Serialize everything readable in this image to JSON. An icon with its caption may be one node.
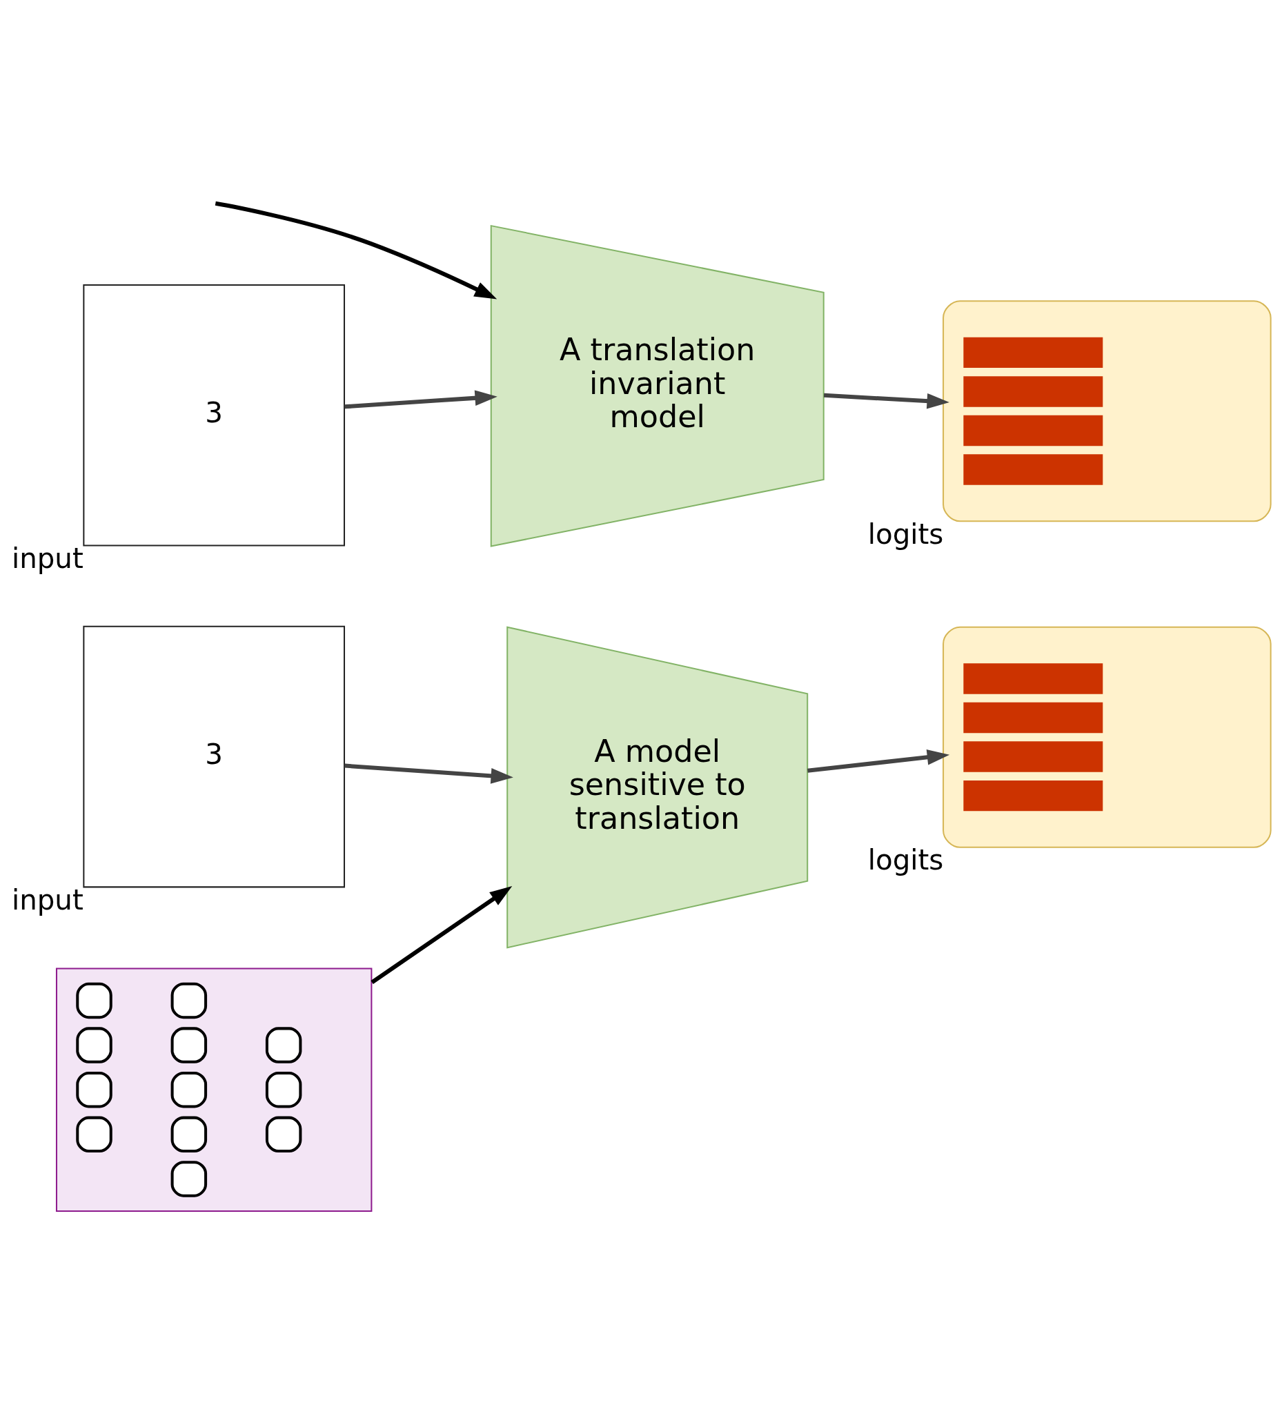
{
  "diagram": {
    "nodes": [
      {
        "text": [
          "3"
        ],
        "beside": [
          "input"
        ]
      },
      {
        "text": [
          "A translation invariant model"
        ]
      },
      {
        "text": [],
        "shape": "box",
        "beside": [
          "logits"
        ]
      },
      {
        "text": [
          "3"
        ],
        "beside": [
          "input"
        ]
      },
      {
        "text": [
          "A model sensitive to translation"
        ]
      },
      {
        "text": [],
        "shape": "box",
        "beside": [
          "logits"
        ]
      },
      {
        "text": [],
        "shape": "picture"
      }
    ],
    "edges": [
      {
        "from": 0,
        "to": 1,
        "arrow": "to"
      },
      {
        "from": 1,
        "to": 2,
        "arrow": "to"
      },
      {
        "from": 3,
        "to": 4,
        "arrow": "to"
      },
      {
        "from": 4,
        "to": 5,
        "arrow": "to"
      },
      {
        "from": null,
        "to": 1,
        "arrow": "to"
      },
      {
        "from": 6,
        "to": 4,
        "arrow": "to"
      }
    ]
  }
}
